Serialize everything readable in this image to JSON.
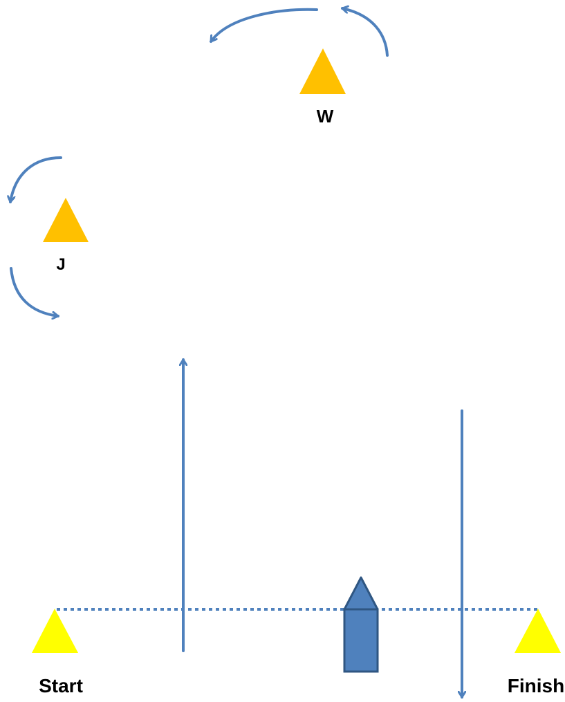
{
  "diagram": {
    "labels": {
      "windward_mark": "W",
      "jibe_mark": "J",
      "start": "Start",
      "finish": "Finish"
    },
    "colors": {
      "background": "#ffffff",
      "mark_orange": "#FFC000",
      "mark_yellow": "#FFFF00",
      "arrow_blue": "#4F81BD",
      "boat_fill": "#4F81BD",
      "boat_stroke": "#2F5682",
      "line_blue": "#4F81BD"
    }
  }
}
